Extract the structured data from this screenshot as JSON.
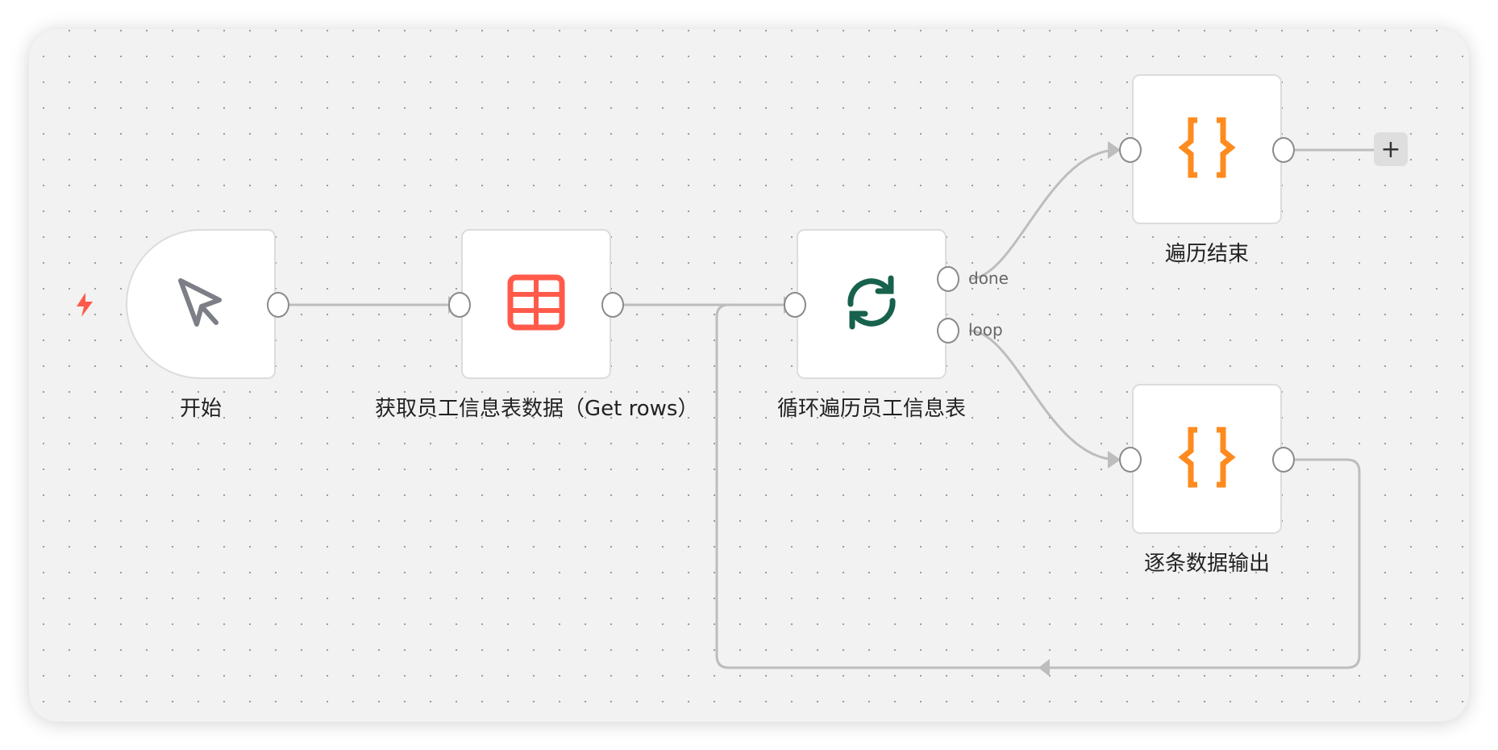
{
  "nodes": [
    {
      "id": "start",
      "label": "开始",
      "icon": "cursor-icon",
      "color": "#7d7f87"
    },
    {
      "id": "get-rows",
      "label": "获取员工信息表数据（Get rows）",
      "icon": "table-icon",
      "color": "#ff5a4a"
    },
    {
      "id": "loop",
      "label": "循环遍历员工信息表",
      "icon": "loop-arrows-icon",
      "color": "#17614d"
    },
    {
      "id": "done-code",
      "label": "遍历结束",
      "icon": "code-braces-icon",
      "color": "#ff8a1e"
    },
    {
      "id": "each-code",
      "label": "逐条数据输出",
      "icon": "code-braces-icon",
      "color": "#ff8a1e"
    }
  ],
  "ports": {
    "done": "done",
    "loop": "loop"
  },
  "add_button": "+",
  "trigger_icon": "lightning-icon"
}
